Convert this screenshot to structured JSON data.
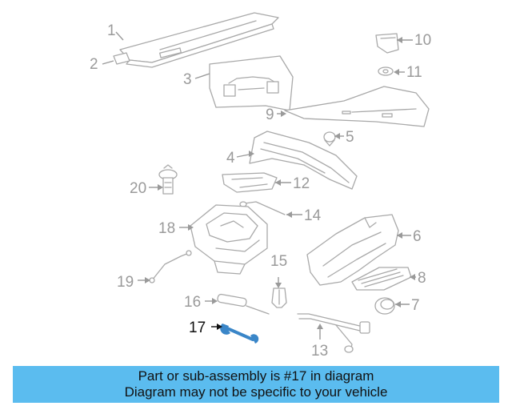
{
  "callouts": {
    "c1": "1",
    "c2": "2",
    "c3": "3",
    "c4": "4",
    "c5": "5",
    "c6": "6",
    "c7": "7",
    "c8": "8",
    "c9": "9",
    "c10": "10",
    "c11": "11",
    "c12": "12",
    "c13": "13",
    "c14": "14",
    "c15": "15",
    "c16": "16",
    "c17": "17",
    "c18": "18",
    "c19": "19",
    "c20": "20"
  },
  "highlight": {
    "part_number": "17",
    "color": "#3a86c8"
  },
  "banner": {
    "line1": "Part or sub-assembly is #17 in diagram",
    "line2": "Diagram may not be specific to your vehicle",
    "background": "#5bbcef"
  }
}
